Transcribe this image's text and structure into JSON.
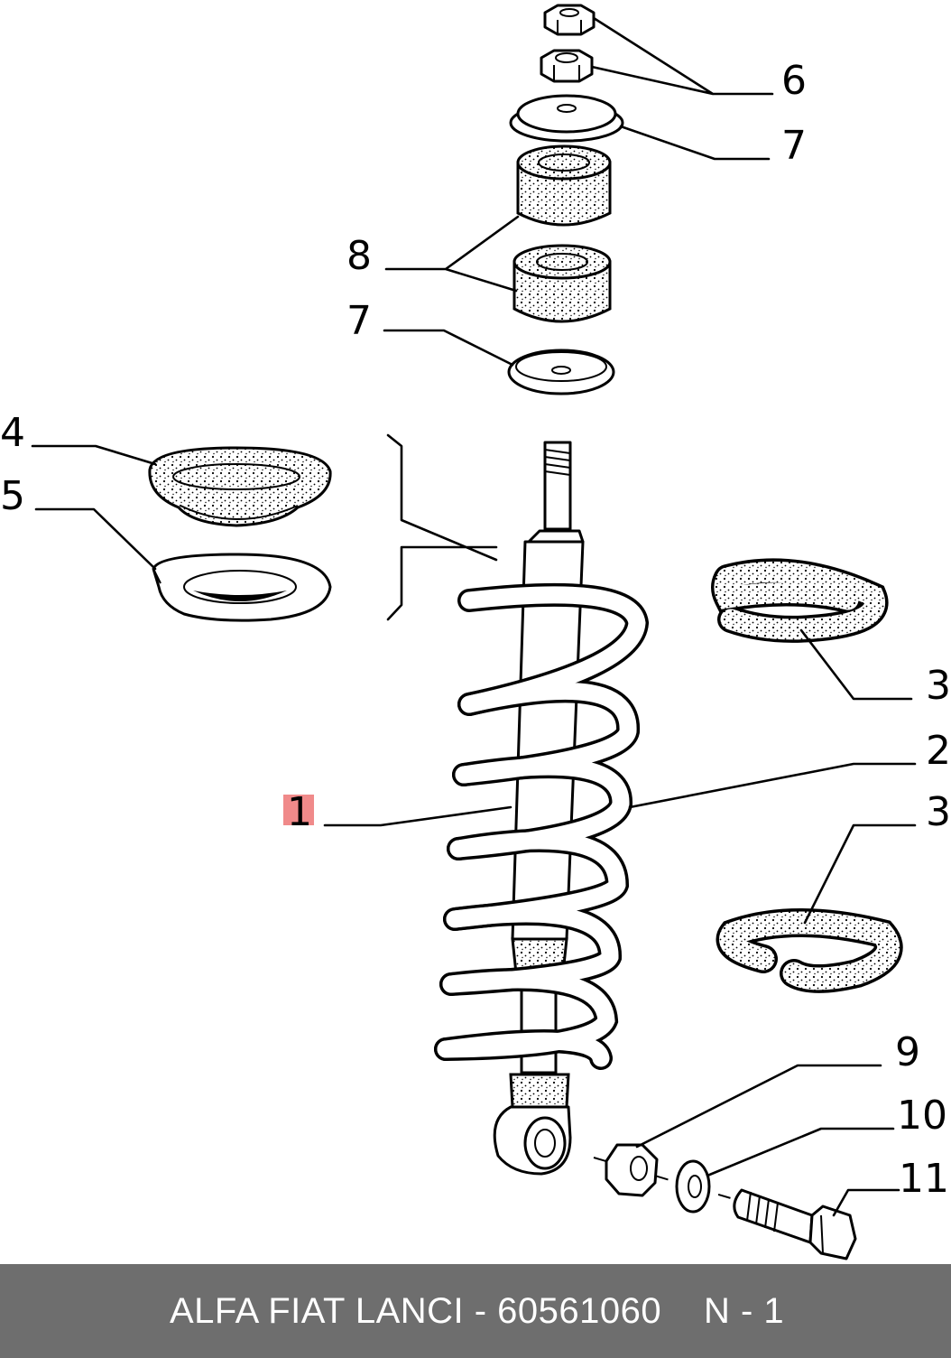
{
  "diagram": {
    "callouts": [
      "6",
      "7",
      "8",
      "7",
      "4",
      "5",
      "3",
      "2",
      "1",
      "3",
      "9",
      "10",
      "11"
    ],
    "highlight_color": "#f08a8a"
  },
  "footer": {
    "catalog_text": "ALFA FIAT LANCI - 60561060",
    "page_text": "N - 1",
    "background_color": "#6e6e6e"
  }
}
